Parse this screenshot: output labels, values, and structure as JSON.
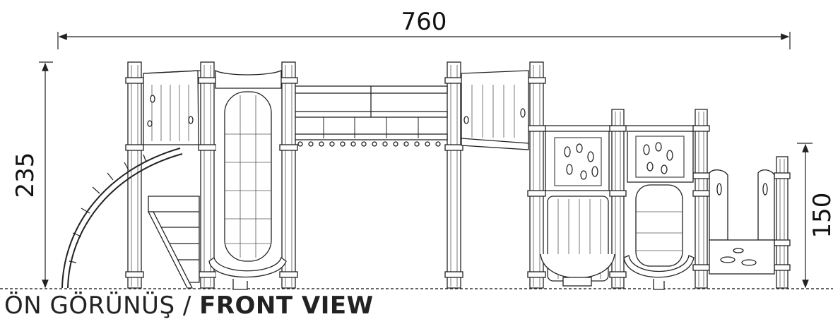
{
  "view": {
    "caption_tr": "ÖN GÖRÜNÜŞ / ",
    "caption_en": "FRONT VIEW"
  },
  "dimensions": {
    "width_label": "760",
    "height_left_label": "235",
    "height_right_label": "150"
  },
  "colors": {
    "line": "#222222",
    "light_line": "#555555",
    "background": "#ffffff"
  }
}
